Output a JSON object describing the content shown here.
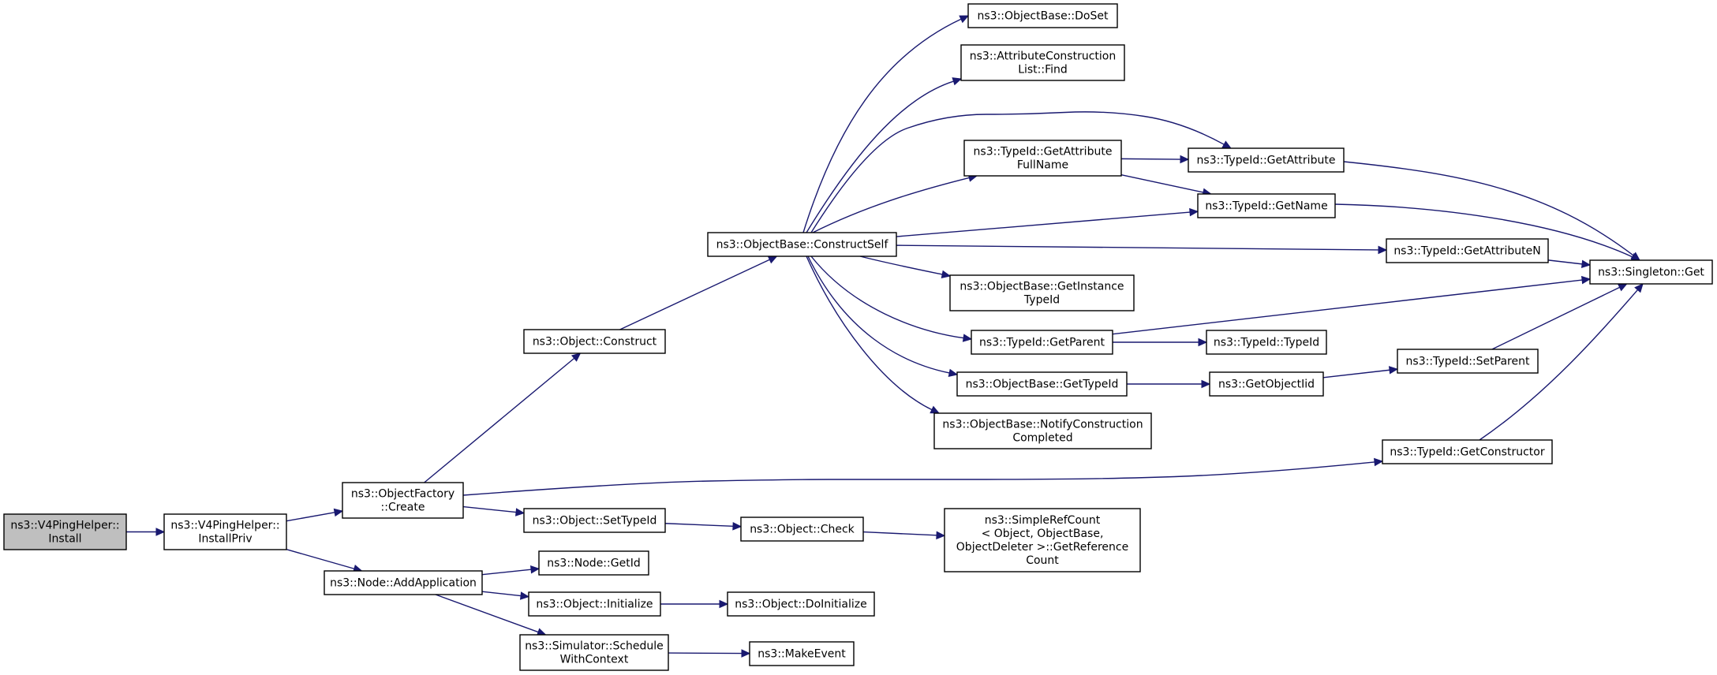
{
  "colors": {
    "edge": "#191970",
    "root_fill": "#bfbfbf",
    "node_fill": "#ffffff",
    "node_border": "#000000"
  },
  "nodes": [
    {
      "id": "install",
      "lines": [
        "ns3::V4PingHelper::",
        "Install"
      ],
      "root": true
    },
    {
      "id": "installpriv",
      "lines": [
        "ns3::V4PingHelper::",
        "InstallPriv"
      ]
    },
    {
      "id": "ofcreate",
      "lines": [
        "ns3::ObjectFactory",
        "::Create"
      ]
    },
    {
      "id": "addapp",
      "lines": [
        "ns3::Node::AddApplication"
      ]
    },
    {
      "id": "construct",
      "lines": [
        "ns3::Object::Construct"
      ]
    },
    {
      "id": "settypeid",
      "lines": [
        "ns3::Object::SetTypeId"
      ]
    },
    {
      "id": "getconstructor",
      "lines": [
        "ns3::TypeId::GetConstructor"
      ]
    },
    {
      "id": "constructself",
      "lines": [
        "ns3::ObjectBase::ConstructSelf"
      ]
    },
    {
      "id": "check",
      "lines": [
        "ns3::Object::Check"
      ]
    },
    {
      "id": "simpleref",
      "lines": [
        "ns3::SimpleRefCount",
        "< Object, ObjectBase,",
        " ObjectDeleter >::GetReference",
        "Count"
      ]
    },
    {
      "id": "nodegetid",
      "lines": [
        "ns3::Node::GetId"
      ]
    },
    {
      "id": "initialize",
      "lines": [
        "ns3::Object::Initialize"
      ]
    },
    {
      "id": "doinitialize",
      "lines": [
        "ns3::Object::DoInitialize"
      ]
    },
    {
      "id": "schedule",
      "lines": [
        "ns3::Simulator::Schedule",
        "WithContext"
      ]
    },
    {
      "id": "makeevent",
      "lines": [
        "ns3::MakeEvent"
      ]
    },
    {
      "id": "doset",
      "lines": [
        "ns3::ObjectBase::DoSet"
      ]
    },
    {
      "id": "acfind",
      "lines": [
        "ns3::AttributeConstruction",
        "List::Find"
      ]
    },
    {
      "id": "getattrfull",
      "lines": [
        "ns3::TypeId::GetAttribute",
        "FullName"
      ]
    },
    {
      "id": "getattribute",
      "lines": [
        "ns3::TypeId::GetAttribute"
      ]
    },
    {
      "id": "getname",
      "lines": [
        "ns3::TypeId::GetName"
      ]
    },
    {
      "id": "getattributen",
      "lines": [
        "ns3::TypeId::GetAttributeN"
      ]
    },
    {
      "id": "getinstance",
      "lines": [
        "ns3::ObjectBase::GetInstance",
        "TypeId"
      ]
    },
    {
      "id": "getparent",
      "lines": [
        "ns3::TypeId::GetParent"
      ]
    },
    {
      "id": "typeidtypeid",
      "lines": [
        "ns3::TypeId::TypeId"
      ]
    },
    {
      "id": "gettypeid",
      "lines": [
        "ns3::ObjectBase::GetTypeId"
      ]
    },
    {
      "id": "getobjectiid",
      "lines": [
        "ns3::GetObjectIid"
      ]
    },
    {
      "id": "setparent",
      "lines": [
        "ns3::TypeId::SetParent"
      ]
    },
    {
      "id": "notify",
      "lines": [
        "ns3::ObjectBase::NotifyConstruction",
        "Completed"
      ]
    },
    {
      "id": "singleton",
      "lines": [
        "ns3::Singleton::Get"
      ]
    }
  ],
  "edges": [
    [
      "install",
      "installpriv"
    ],
    [
      "installpriv",
      "ofcreate"
    ],
    [
      "installpriv",
      "addapp"
    ],
    [
      "ofcreate",
      "construct"
    ],
    [
      "ofcreate",
      "settypeid"
    ],
    [
      "ofcreate",
      "getconstructor"
    ],
    [
      "construct",
      "constructself"
    ],
    [
      "settypeid",
      "check"
    ],
    [
      "check",
      "simpleref"
    ],
    [
      "addapp",
      "nodegetid"
    ],
    [
      "addapp",
      "initialize"
    ],
    [
      "addapp",
      "schedule"
    ],
    [
      "initialize",
      "doinitialize"
    ],
    [
      "schedule",
      "makeevent"
    ],
    [
      "constructself",
      "doset"
    ],
    [
      "constructself",
      "acfind"
    ],
    [
      "constructself",
      "getattribute"
    ],
    [
      "constructself",
      "getattrfull"
    ],
    [
      "constructself",
      "getname"
    ],
    [
      "constructself",
      "getattributen"
    ],
    [
      "constructself",
      "getinstance"
    ],
    [
      "constructself",
      "getparent"
    ],
    [
      "constructself",
      "gettypeid"
    ],
    [
      "constructself",
      "notify"
    ],
    [
      "getattrfull",
      "getattribute"
    ],
    [
      "getattrfull",
      "getname"
    ],
    [
      "getattribute",
      "singleton"
    ],
    [
      "getname",
      "singleton"
    ],
    [
      "getattributen",
      "singleton"
    ],
    [
      "getparent",
      "singleton"
    ],
    [
      "getparent",
      "typeidtypeid"
    ],
    [
      "gettypeid",
      "getobjectiid"
    ],
    [
      "getobjectiid",
      "setparent"
    ],
    [
      "setparent",
      "singleton"
    ],
    [
      "getconstructor",
      "singleton"
    ]
  ]
}
